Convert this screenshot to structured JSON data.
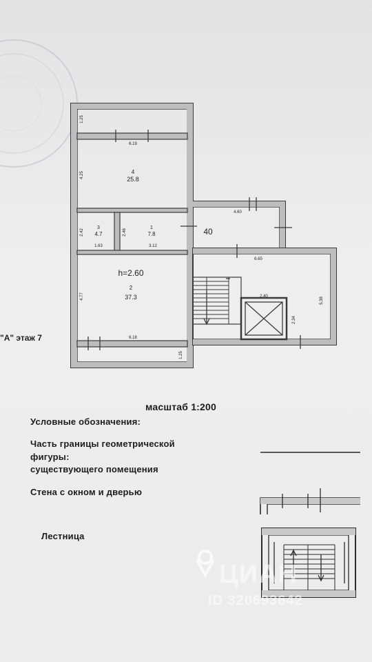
{
  "plan": {
    "floor_label": "\"А\" этаж 7",
    "height_label": "h=2.60",
    "rooms": [
      {
        "num": "4",
        "area": "25.8"
      },
      {
        "num": "3",
        "area": "4.7"
      },
      {
        "num": "1",
        "area": "7.8"
      },
      {
        "num": "2",
        "area": "37.3"
      }
    ],
    "corridor_num": "40",
    "dimensions": {
      "balcony_top_h": "1.25",
      "room4_width": "6.19",
      "room4_height": "4.25",
      "room3_height": "2.42",
      "room3_width": "1.63",
      "room1_height": "2.46",
      "room1_width": "3.12",
      "corridor_width": "4.60",
      "hall_width": "6.65",
      "lift_width": "2.40",
      "lift_height": "2.34",
      "hall_height": "5.38",
      "room2_height": "4.77",
      "room2_width": "6.18",
      "balcony_bottom_h": "1.25"
    }
  },
  "legend": {
    "scale": "масштаб 1:200",
    "title": "Условные обозначения:",
    "boundary_line1": "Часть границы геометрической",
    "boundary_line2": "фигуры:",
    "boundary_line3": "существующего помещения",
    "wall_label": "Стена с окном и дверью",
    "stairs_label": "Лестница"
  },
  "watermark": {
    "brand": "ЦИАН",
    "id": "ID 320693642",
    "icon": "location-pin-icon"
  }
}
